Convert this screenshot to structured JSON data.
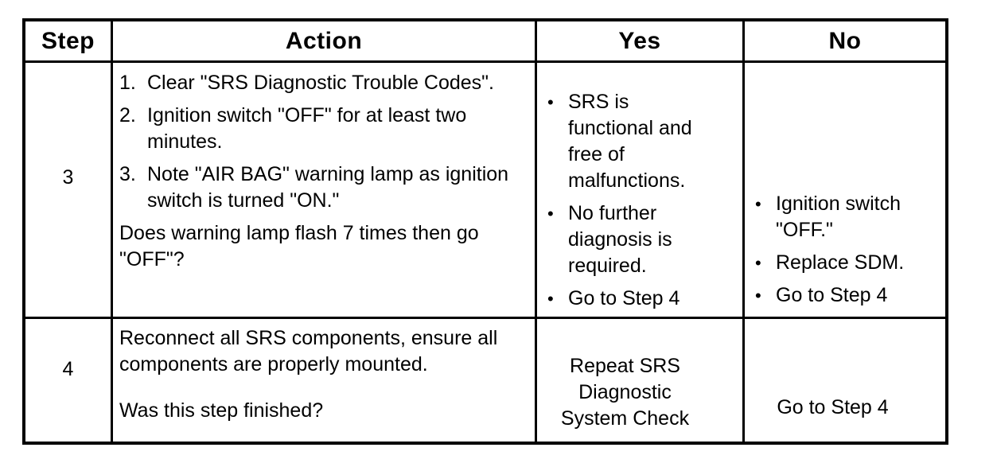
{
  "colors": {
    "border": "#000000",
    "background": "#ffffff",
    "text": "#000000"
  },
  "icons": {
    "bullet": "•"
  },
  "table": {
    "headers": {
      "step": "Step",
      "action": "Action",
      "yes": "Yes",
      "no": "No"
    },
    "rows": [
      {
        "step": "3",
        "action_items": [
          {
            "num": "1.",
            "text": "Clear \"SRS Diagnostic Trouble Codes\"."
          },
          {
            "num": "2.",
            "text": "Ignition switch \"OFF\" for at least two minutes."
          },
          {
            "num": "3.",
            "text": "Note \"AIR BAG\" warning lamp as ignition switch is turned \"ON.\""
          }
        ],
        "action_question": "Does warning lamp flash 7 times then go \"OFF\"?",
        "yes_items": [
          "SRS is functional and free of malfunctions.",
          "No further diagnosis is required.",
          "Go to Step 4"
        ],
        "no_items": [
          "Ignition switch \"OFF.\"",
          "Replace SDM.",
          "Go to Step 4"
        ]
      },
      {
        "step": "4",
        "action_paragraph": "Reconnect all SRS components, ensure all components are properly mounted.",
        "action_question": "Was this step finished?",
        "yes_text": "Repeat SRS Diagnostic System Check",
        "no_text": "Go to Step 4"
      }
    ]
  }
}
